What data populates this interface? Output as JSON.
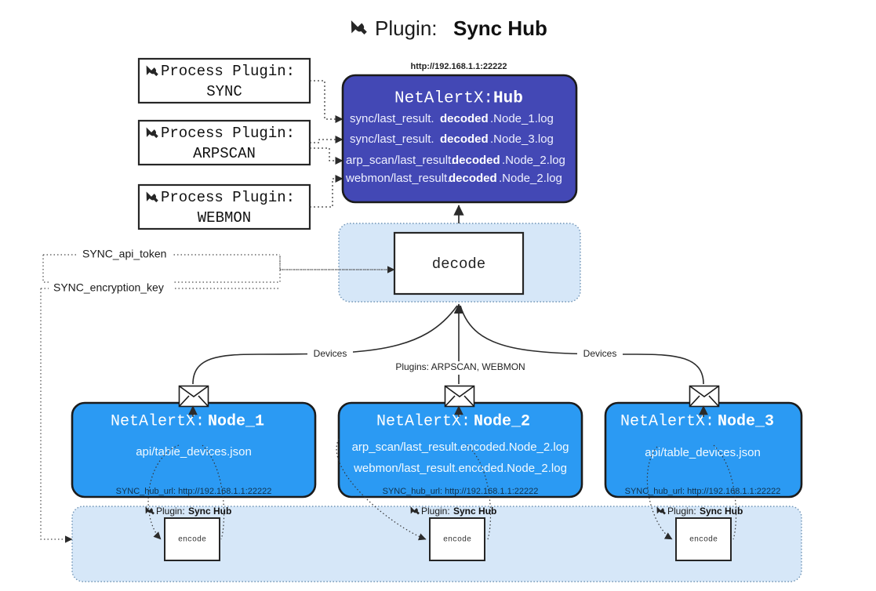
{
  "page": {
    "title_prefix": "Plugin:",
    "title_name": "Sync Hub",
    "title_icon": "plug-icon"
  },
  "colors": {
    "hub_fill": "#4348b5",
    "node_fill": "#2b9af3",
    "container_fill": "#d6e7f8",
    "stroke": "#262626",
    "background": "#ffffff"
  },
  "process_plugins": [
    {
      "header": "Process Plugin:",
      "name": "SYNC",
      "icon": "plug-icon"
    },
    {
      "header": "Process Plugin:",
      "name": "ARPSCAN",
      "icon": "plug-icon"
    },
    {
      "header": "Process Plugin:",
      "name": "WEBMON",
      "icon": "plug-icon"
    }
  ],
  "hub": {
    "url_label": "http://192.168.1.1:22222",
    "title_prefix": "NetAlertX:",
    "title_name": "Hub",
    "logs": [
      {
        "pre": "sync/last_result.",
        "mid": "decoded",
        "post": ".Node_1.log"
      },
      {
        "pre": "sync/last_result.",
        "mid": "decoded",
        "post": ".Node_3.log"
      },
      {
        "pre": "arp_scan/last_result.",
        "mid": "decoded",
        "post": ".Node_2.log"
      },
      {
        "pre": "webmon/last_result.",
        "mid": "decoded",
        "post": ".Node_2.log"
      }
    ]
  },
  "decode": {
    "label": "decode"
  },
  "secrets": [
    {
      "label": "SYNC_api_token"
    },
    {
      "label": "SYNC_encryption_key"
    }
  ],
  "edge_labels": {
    "left_devices": "Devices",
    "center_plugins": "Plugins: ARPSCAN, WEBMON",
    "right_devices": "Devices"
  },
  "nodes": [
    {
      "title_prefix": "NetAlertX:",
      "title_name": "Node_1",
      "lines": [
        "api/table_devices.json"
      ],
      "footer": "SYNC_hub_url: http://192.168.1.1:22222",
      "icon": "envelope-icon"
    },
    {
      "title_prefix": "NetAlertX:",
      "title_name": "Node_2",
      "lines": [
        "arp_scan/last_result.encoded.Node_2.log",
        "webmon/last_result.encoded.Node_2.log"
      ],
      "footer": "SYNC_hub_url: http://192.168.1.1:22222",
      "icon": "envelope-icon"
    },
    {
      "title_prefix": "NetAlertX:",
      "title_name": "Node_3",
      "lines": [
        "api/table_devices.json"
      ],
      "footer": "SYNC_hub_url: http://192.168.1.1:22222",
      "icon": "envelope-icon"
    }
  ],
  "encoders": [
    {
      "plugin_prefix": "Plugin:",
      "plugin_name": "Sync Hub",
      "label": "encode",
      "icon": "plug-icon"
    },
    {
      "plugin_prefix": "Plugin:",
      "plugin_name": "Sync Hub",
      "label": "encode",
      "icon": "plug-icon"
    },
    {
      "plugin_prefix": "Plugin:",
      "plugin_name": "Sync Hub",
      "label": "encode",
      "icon": "plug-icon"
    }
  ]
}
